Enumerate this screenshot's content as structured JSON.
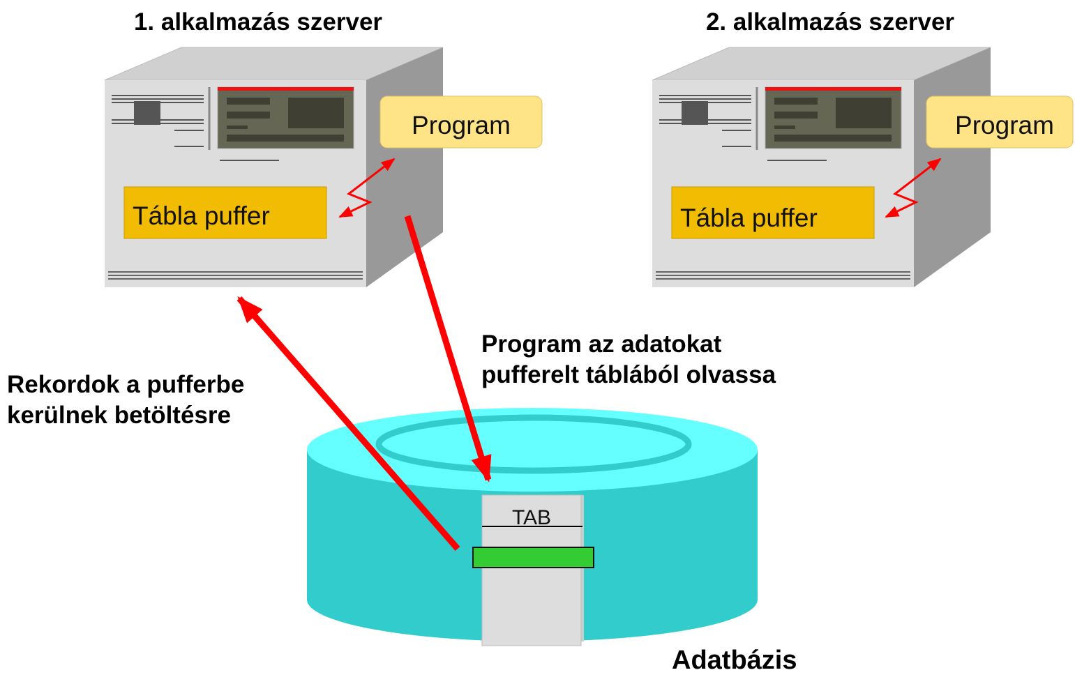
{
  "servers": [
    {
      "title": "1. alkalmazás szerver",
      "program_label": "Program",
      "buffer_label": "Tábla puffer"
    },
    {
      "title": "2. alkalmazás szerver",
      "program_label": "Program",
      "buffer_label": "Tábla puffer"
    }
  ],
  "annotations": {
    "read_from_buffer": [
      "Program az adatokat",
      "pufferelt táblából olvassa"
    ],
    "load_into_buffer": [
      "Rekordok a pufferbe",
      "kerülnek betöltésre"
    ]
  },
  "database": {
    "label": "Adatbázis",
    "table_label": "TAB"
  },
  "colors": {
    "arrow": "#ff0000",
    "buffer_fill": "#f2bc02",
    "program_fill": "#ffe387",
    "db_side": "#33cccc",
    "db_top": "#66ffff",
    "record_highlight": "#33cc33",
    "server_front": "#dddddd",
    "server_side": "#999999"
  }
}
